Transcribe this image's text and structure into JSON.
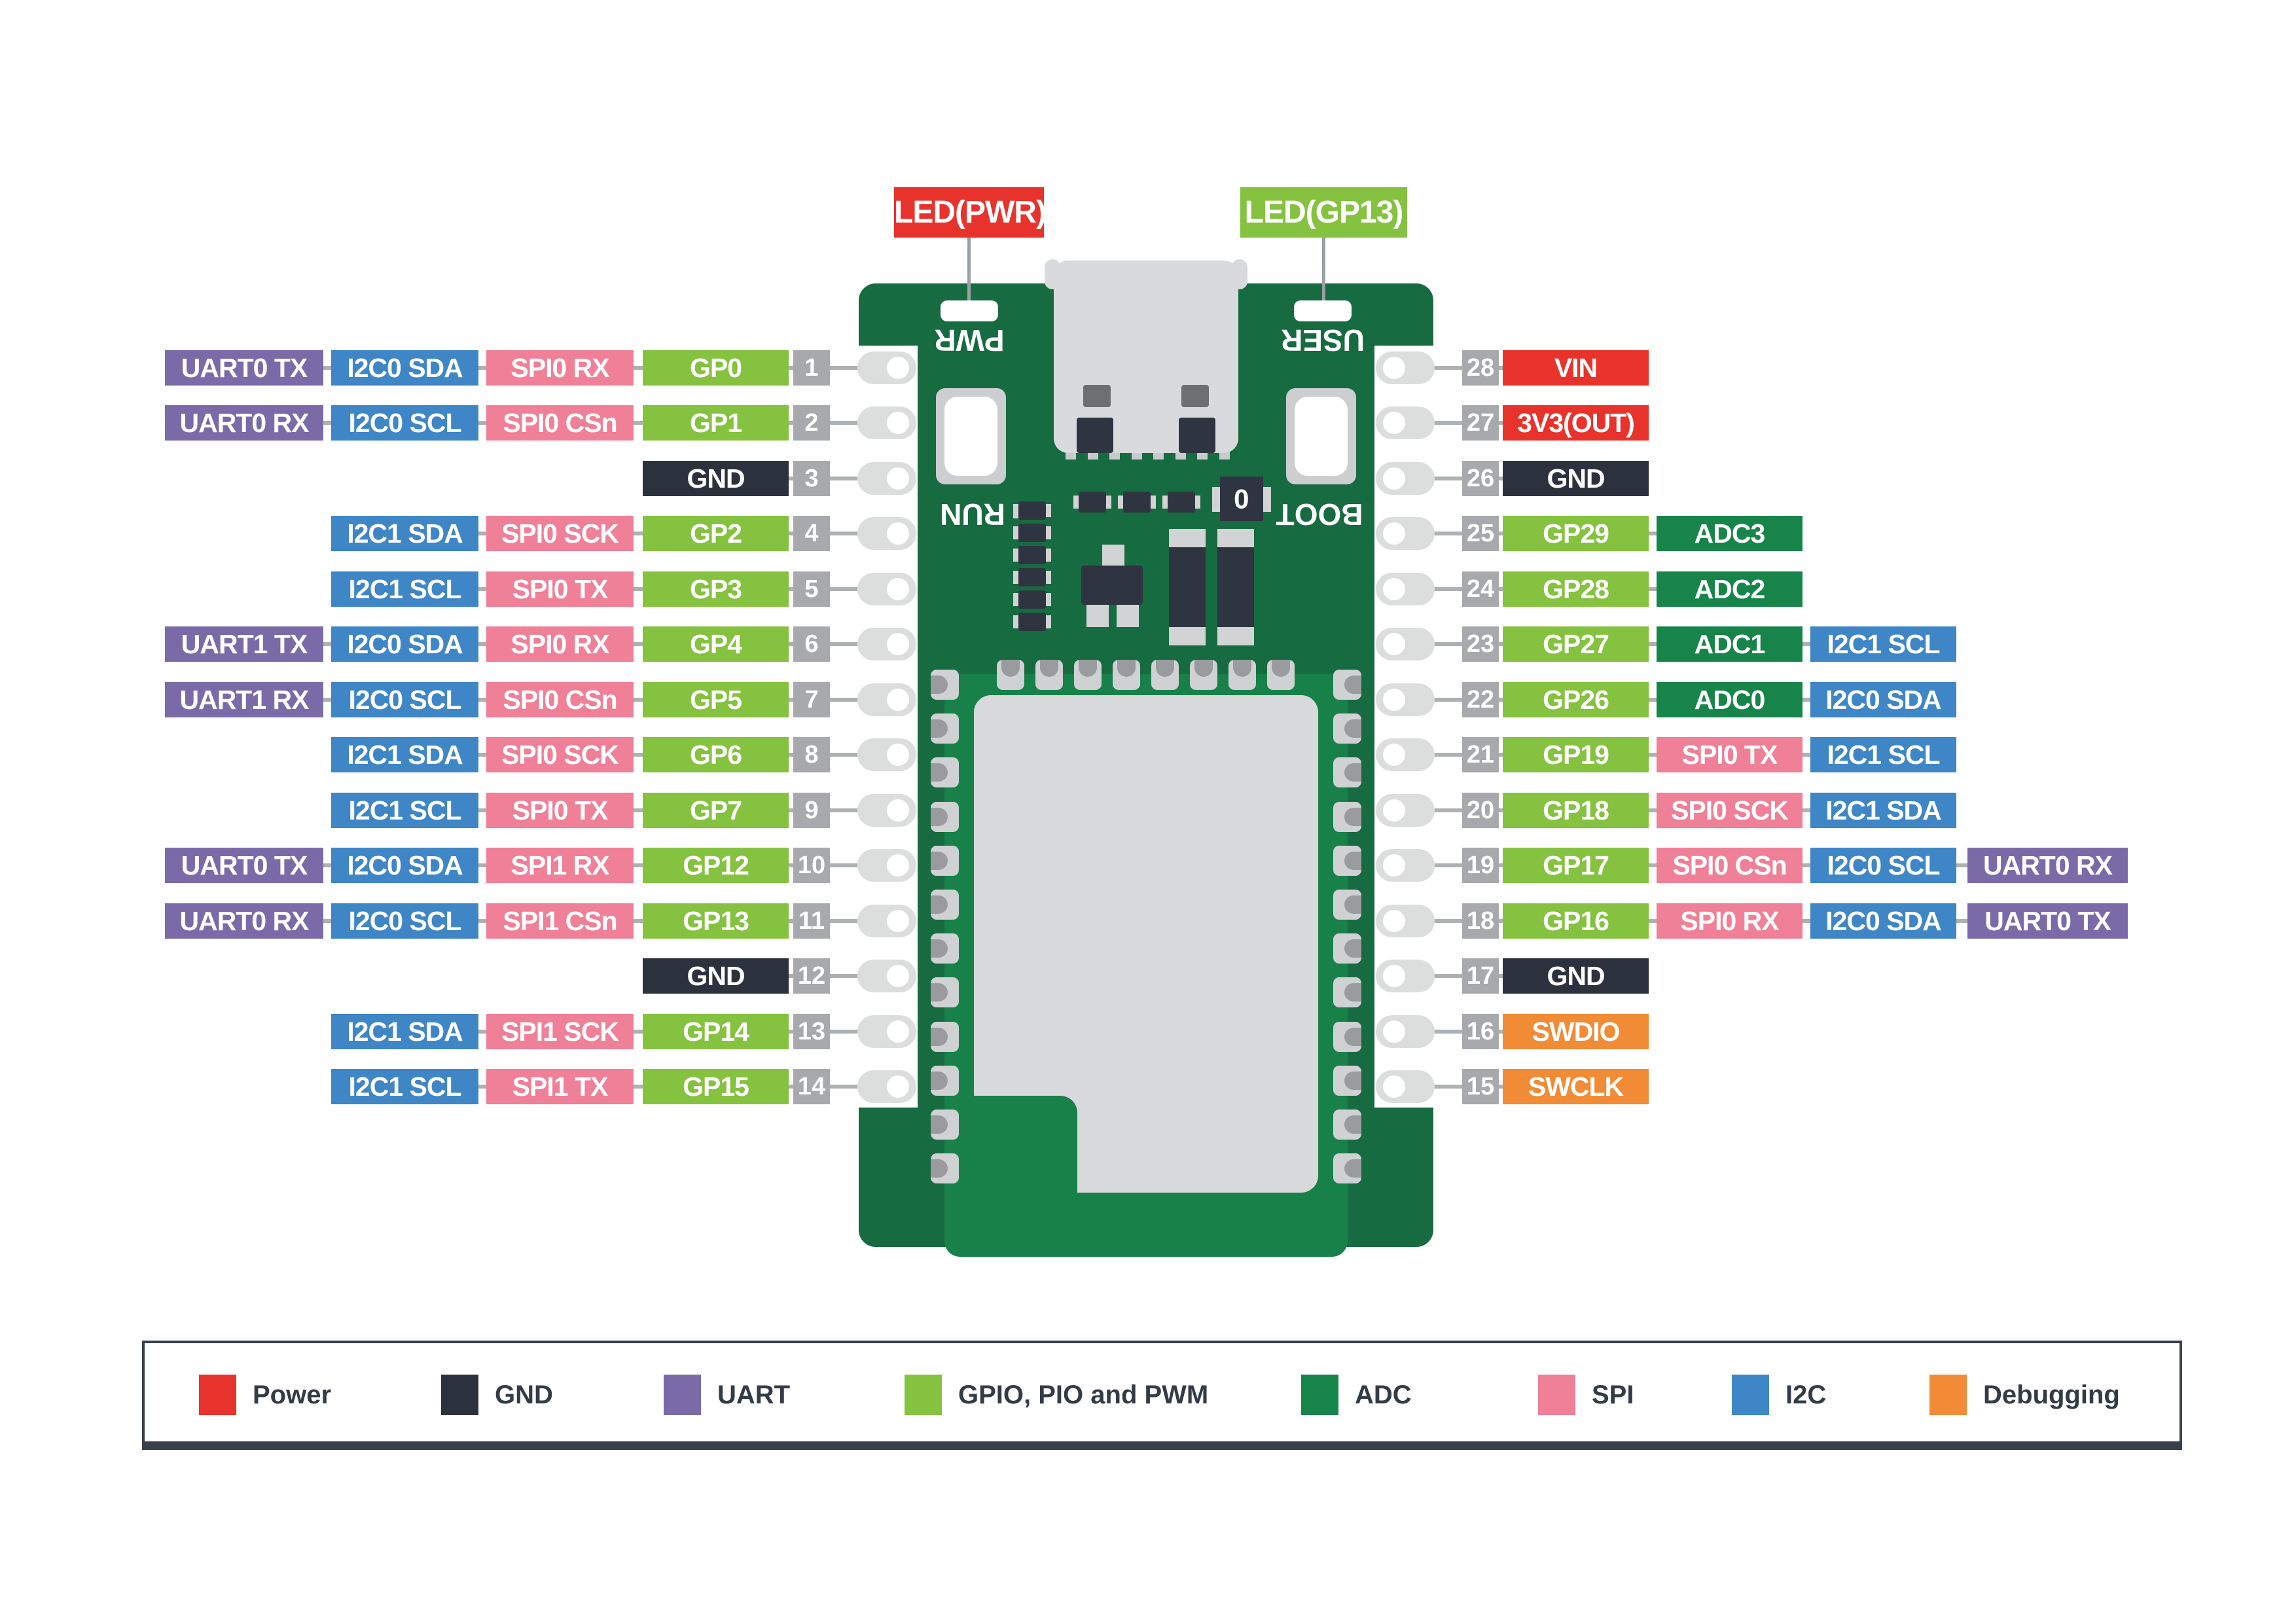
{
  "callouts": {
    "led_pwr": {
      "label": "LED(PWR)",
      "color": "#e8332c"
    },
    "led_gp13": {
      "label": "LED(GP13)",
      "color": "#85c23f"
    }
  },
  "board_silkscreen": {
    "pwr": "PWR",
    "user": "USER",
    "run": "RUN",
    "boot": "BOOT",
    "crystal_mark": "0"
  },
  "colors": {
    "power": "#e8332c",
    "gnd": "#2c323d",
    "uart": "#7a6ba8",
    "gpio": "#85c23f",
    "adc": "#17854a",
    "spi": "#ef8098",
    "i2c": "#3e86c6",
    "debug": "#f18b35",
    "pin_number_bg": "#a7a9ac",
    "board": "#176b41",
    "module": "#178149"
  },
  "pins": {
    "left": [
      {
        "pin": "1",
        "cells": [
          {
            "text": "UART0 TX",
            "type": "uart",
            "col": "c1"
          },
          {
            "text": "I2C0 SDA",
            "type": "i2c",
            "col": "c2"
          },
          {
            "text": "SPI0 RX",
            "type": "spi",
            "col": "c3"
          },
          {
            "text": "GP0",
            "type": "gpio",
            "col": "gp"
          }
        ]
      },
      {
        "pin": "2",
        "cells": [
          {
            "text": "UART0 RX",
            "type": "uart",
            "col": "c1"
          },
          {
            "text": "I2C0 SCL",
            "type": "i2c",
            "col": "c2"
          },
          {
            "text": "SPI0 CSn",
            "type": "spi",
            "col": "c3"
          },
          {
            "text": "GP1",
            "type": "gpio",
            "col": "gp"
          }
        ]
      },
      {
        "pin": "3",
        "cells": [
          {
            "text": "GND",
            "type": "gnd",
            "col": "gp"
          }
        ]
      },
      {
        "pin": "4",
        "cells": [
          {
            "text": "I2C1 SDA",
            "type": "i2c",
            "col": "c2"
          },
          {
            "text": "SPI0 SCK",
            "type": "spi",
            "col": "c3"
          },
          {
            "text": "GP2",
            "type": "gpio",
            "col": "gp"
          }
        ]
      },
      {
        "pin": "5",
        "cells": [
          {
            "text": "I2C1 SCL",
            "type": "i2c",
            "col": "c2"
          },
          {
            "text": "SPI0 TX",
            "type": "spi",
            "col": "c3"
          },
          {
            "text": "GP3",
            "type": "gpio",
            "col": "gp"
          }
        ]
      },
      {
        "pin": "6",
        "cells": [
          {
            "text": "UART1 TX",
            "type": "uart",
            "col": "c1"
          },
          {
            "text": "I2C0 SDA",
            "type": "i2c",
            "col": "c2"
          },
          {
            "text": "SPI0 RX",
            "type": "spi",
            "col": "c3"
          },
          {
            "text": "GP4",
            "type": "gpio",
            "col": "gp"
          }
        ]
      },
      {
        "pin": "7",
        "cells": [
          {
            "text": "UART1 RX",
            "type": "uart",
            "col": "c1"
          },
          {
            "text": "I2C0 SCL",
            "type": "i2c",
            "col": "c2"
          },
          {
            "text": "SPI0 CSn",
            "type": "spi",
            "col": "c3"
          },
          {
            "text": "GP5",
            "type": "gpio",
            "col": "gp"
          }
        ]
      },
      {
        "pin": "8",
        "cells": [
          {
            "text": "I2C1 SDA",
            "type": "i2c",
            "col": "c2"
          },
          {
            "text": "SPI0 SCK",
            "type": "spi",
            "col": "c3"
          },
          {
            "text": "GP6",
            "type": "gpio",
            "col": "gp"
          }
        ]
      },
      {
        "pin": "9",
        "cells": [
          {
            "text": "I2C1 SCL",
            "type": "i2c",
            "col": "c2"
          },
          {
            "text": "SPI0 TX",
            "type": "spi",
            "col": "c3"
          },
          {
            "text": "GP7",
            "type": "gpio",
            "col": "gp"
          }
        ]
      },
      {
        "pin": "10",
        "cells": [
          {
            "text": "UART0 TX",
            "type": "uart",
            "col": "c1"
          },
          {
            "text": "I2C0 SDA",
            "type": "i2c",
            "col": "c2"
          },
          {
            "text": "SPI1 RX",
            "type": "spi",
            "col": "c3"
          },
          {
            "text": "GP12",
            "type": "gpio",
            "col": "gp"
          }
        ]
      },
      {
        "pin": "11",
        "cells": [
          {
            "text": "UART0 RX",
            "type": "uart",
            "col": "c1"
          },
          {
            "text": "I2C0 SCL",
            "type": "i2c",
            "col": "c2"
          },
          {
            "text": "SPI1 CSn",
            "type": "spi",
            "col": "c3"
          },
          {
            "text": "GP13",
            "type": "gpio",
            "col": "gp"
          }
        ]
      },
      {
        "pin": "12",
        "cells": [
          {
            "text": "GND",
            "type": "gnd",
            "col": "gp"
          }
        ]
      },
      {
        "pin": "13",
        "cells": [
          {
            "text": "I2C1 SDA",
            "type": "i2c",
            "col": "c2"
          },
          {
            "text": "SPI1 SCK",
            "type": "spi",
            "col": "c3"
          },
          {
            "text": "GP14",
            "type": "gpio",
            "col": "gp"
          }
        ]
      },
      {
        "pin": "14",
        "cells": [
          {
            "text": "I2C1 SCL",
            "type": "i2c",
            "col": "c2"
          },
          {
            "text": "SPI1 TX",
            "type": "spi",
            "col": "c3"
          },
          {
            "text": "GP15",
            "type": "gpio",
            "col": "gp"
          }
        ]
      }
    ],
    "right": [
      {
        "pin": "28",
        "cells": [
          {
            "text": "VIN",
            "type": "power",
            "col": "gp"
          }
        ]
      },
      {
        "pin": "27",
        "cells": [
          {
            "text": "3V3(OUT)",
            "type": "power",
            "col": "gp"
          }
        ]
      },
      {
        "pin": "26",
        "cells": [
          {
            "text": "GND",
            "type": "gnd",
            "col": "gp"
          }
        ]
      },
      {
        "pin": "25",
        "cells": [
          {
            "text": "GP29",
            "type": "gpio",
            "col": "gp"
          },
          {
            "text": "ADC3",
            "type": "adc",
            "col": "c2"
          }
        ]
      },
      {
        "pin": "24",
        "cells": [
          {
            "text": "GP28",
            "type": "gpio",
            "col": "gp"
          },
          {
            "text": "ADC2",
            "type": "adc",
            "col": "c2"
          }
        ]
      },
      {
        "pin": "23",
        "cells": [
          {
            "text": "GP27",
            "type": "gpio",
            "col": "gp"
          },
          {
            "text": "ADC1",
            "type": "adc",
            "col": "c2"
          },
          {
            "text": "I2C1 SCL",
            "type": "i2c",
            "col": "c3"
          }
        ]
      },
      {
        "pin": "22",
        "cells": [
          {
            "text": "GP26",
            "type": "gpio",
            "col": "gp"
          },
          {
            "text": "ADC0",
            "type": "adc",
            "col": "c2"
          },
          {
            "text": "I2C0 SDA",
            "type": "i2c",
            "col": "c3"
          }
        ]
      },
      {
        "pin": "21",
        "cells": [
          {
            "text": "GP19",
            "type": "gpio",
            "col": "gp"
          },
          {
            "text": "SPI0 TX",
            "type": "spi",
            "col": "c2"
          },
          {
            "text": "I2C1 SCL",
            "type": "i2c",
            "col": "c3"
          }
        ]
      },
      {
        "pin": "20",
        "cells": [
          {
            "text": "GP18",
            "type": "gpio",
            "col": "gp"
          },
          {
            "text": "SPI0 SCK",
            "type": "spi",
            "col": "c2"
          },
          {
            "text": "I2C1 SDA",
            "type": "i2c",
            "col": "c3"
          }
        ]
      },
      {
        "pin": "19",
        "cells": [
          {
            "text": "GP17",
            "type": "gpio",
            "col": "gp"
          },
          {
            "text": "SPI0 CSn",
            "type": "spi",
            "col": "c2"
          },
          {
            "text": "I2C0 SCL",
            "type": "i2c",
            "col": "c3"
          },
          {
            "text": "UART0 RX",
            "type": "uart",
            "col": "c4"
          }
        ]
      },
      {
        "pin": "18",
        "cells": [
          {
            "text": "GP16",
            "type": "gpio",
            "col": "gp"
          },
          {
            "text": "SPI0 RX",
            "type": "spi",
            "col": "c2"
          },
          {
            "text": "I2C0 SDA",
            "type": "i2c",
            "col": "c3"
          },
          {
            "text": "UART0 TX",
            "type": "uart",
            "col": "c4"
          }
        ]
      },
      {
        "pin": "17",
        "cells": [
          {
            "text": "GND",
            "type": "gnd",
            "col": "gp"
          }
        ]
      },
      {
        "pin": "16",
        "cells": [
          {
            "text": "SWDIO",
            "type": "debug",
            "col": "gp"
          }
        ]
      },
      {
        "pin": "15",
        "cells": [
          {
            "text": "SWCLK",
            "type": "debug",
            "col": "gp"
          }
        ]
      }
    ]
  },
  "legend": {
    "items": [
      {
        "label": "Power",
        "type": "power"
      },
      {
        "label": "GND",
        "type": "gnd"
      },
      {
        "label": "UART",
        "type": "uart"
      },
      {
        "label": "GPIO, PIO and PWM",
        "type": "gpio"
      },
      {
        "label": "ADC",
        "type": "adc"
      },
      {
        "label": "SPI",
        "type": "spi"
      },
      {
        "label": "I2C",
        "type": "i2c"
      },
      {
        "label": "Debugging",
        "type": "debug"
      }
    ]
  }
}
